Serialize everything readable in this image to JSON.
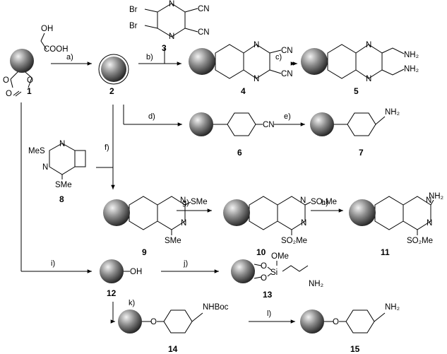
{
  "compounds": {
    "c1": {
      "number": "1",
      "label_oh": "OH",
      "label_cooh": "COOH"
    },
    "c2": {
      "number": "2"
    },
    "c3": {
      "number": "3",
      "label_br1": "Br",
      "label_br2": "Br",
      "label_cn1": "CN",
      "label_cn2": "CN"
    },
    "c4": {
      "number": "4",
      "label_cn1": "CN",
      "label_cn2": "CN"
    },
    "c5": {
      "number": "5",
      "label_nh2a": "NH₂",
      "label_nh2b": "NH₂"
    },
    "c6": {
      "number": "6",
      "label_cn": "CN"
    },
    "c7": {
      "number": "7",
      "label_nh2": "NH₂"
    },
    "c8": {
      "number": "8",
      "label_mes": "MeS",
      "label_sme": "SMe"
    },
    "c9": {
      "number": "9",
      "label_sme1": "SMe",
      "label_sme2": "SMe"
    },
    "c10": {
      "number": "10",
      "label_so2me1": "SO₂Me",
      "label_so2me2": "SO₂Me"
    },
    "c11": {
      "number": "11",
      "label_nh2": "NH₂",
      "label_so2me": "SO₂Me"
    },
    "c12": {
      "number": "12",
      "label_oh": "OH"
    },
    "c13": {
      "number": "13",
      "label_ome": "OMe",
      "label_si": "Si",
      "label_nh2": "NH₂",
      "label_o1": "O",
      "label_o2": "O"
    },
    "c14": {
      "number": "14",
      "label_o": "O",
      "label_nhboc": "NHBoc"
    },
    "c15": {
      "number": "15",
      "label_o": "O",
      "label_nh2": "NH₂"
    }
  },
  "steps": {
    "a": "a)",
    "b": "b)",
    "c": "c)",
    "d": "d)",
    "e": "e)",
    "f": "f)",
    "g": "g)",
    "h": "h)",
    "i": "i)",
    "j": "j)",
    "k": "k)",
    "l": "l)"
  },
  "atom": {
    "N": "N",
    "O": "O"
  }
}
